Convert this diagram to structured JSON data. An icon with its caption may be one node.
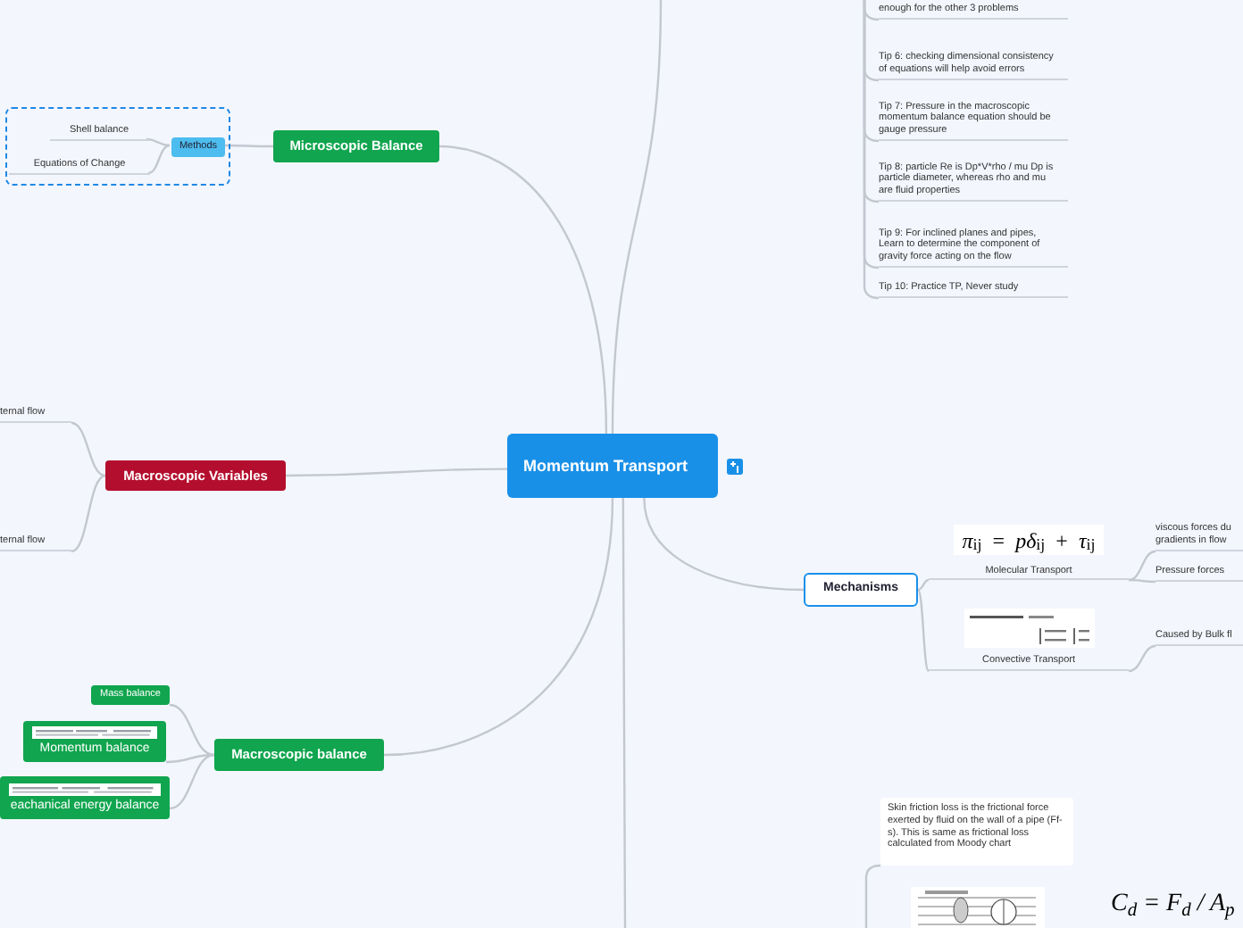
{
  "diagram": {
    "nodes": [
      {
        "text": [
          "Momentum Transport"
        ]
      },
      {
        "text": [
          "Microscopic Balance"
        ]
      },
      {
        "text": [],
        "shape": "box"
      },
      {
        "text": [
          "Methods"
        ],
        "in": 2
      },
      {
        "text": [
          "Shell balance"
        ],
        "in": 2
      },
      {
        "text": [
          "Equations of Change"
        ],
        "in": 2
      },
      {
        "text": [
          "Macroscopic Variables"
        ]
      },
      {
        "text": [
          "ternal flow"
        ]
      },
      {
        "text": [
          "ternal flow"
        ]
      },
      {
        "text": [
          "Macroscopic balance"
        ]
      },
      {
        "text": [
          "Mass balance"
        ]
      },
      {
        "text": [
          "Momentum balance"
        ]
      },
      {
        "text": [
          "eachanical energy balance"
        ]
      },
      {
        "text": [
          "Mechanisms"
        ]
      },
      {
        "text": [
          "*π*$_{ij}$ = *pδ*$_{ij}$ + *τ*$_{ij}$",
          "Molecular Transport"
        ]
      },
      {
        "text": [
          "viscous forces du gradients in flow"
        ]
      },
      {
        "text": [
          "Pressure forces"
        ]
      },
      {
        "text": [
          "Convective Transport"
        ]
      },
      {
        "text": [
          "Caused by Bulk fl"
        ]
      },
      {
        "text": [
          "enough for the other 3 problems"
        ]
      },
      {
        "text": [
          "Tip 6: checking dimensional consistency of equations will help avoid errors"
        ]
      },
      {
        "text": [
          "Tip 7: Pressure in the macroscopic momentum balance equation should be gauge pressure"
        ]
      },
      {
        "text": [
          "Tip 8: particle Re is Dp*V*rho / mu Dp is particle diameter, whereas rho and mu are fluid properties"
        ]
      },
      {
        "text": [
          "Tip 9: For inclined planes and pipes, Learn to determine the component of gravity force acting on the flow"
        ]
      },
      {
        "text": [
          "Tip 10: Practice TP, Never study"
        ]
      },
      {
        "text": [
          "Skin friction loss is the frictional force exerted by fluid on the wall of a pipe (Ff-s). This is same as frictional loss calculated from Moody chart"
        ]
      }
    ],
    "edges": [
      {
        "from": 0,
        "to": 1,
        "arrow": "none"
      },
      {
        "from": 1,
        "to": 3,
        "arrow": "none"
      },
      {
        "from": 3,
        "to": 4,
        "arrow": "none"
      },
      {
        "from": 3,
        "to": 5,
        "arrow": "none"
      },
      {
        "from": 0,
        "to": 6,
        "arrow": "none"
      },
      {
        "from": 6,
        "to": 7,
        "arrow": "none"
      },
      {
        "from": 6,
        "to": 8,
        "arrow": "none"
      },
      {
        "from": 0,
        "to": 9,
        "arrow": "none"
      },
      {
        "from": 9,
        "to": 10,
        "arrow": "none"
      },
      {
        "from": 9,
        "to": 11,
        "arrow": "none"
      },
      {
        "from": 9,
        "to": 12,
        "arrow": "none"
      },
      {
        "from": 0,
        "to": 13,
        "arrow": "none"
      },
      {
        "from": 13,
        "to": 14,
        "arrow": "none"
      },
      {
        "from": 13,
        "to": 17,
        "arrow": "none"
      },
      {
        "from": 14,
        "to": 15,
        "arrow": "none"
      },
      {
        "from": 14,
        "to": 16,
        "arrow": "none"
      },
      {
        "from": 17,
        "to": 18,
        "arrow": "none"
      },
      {
        "from": 0,
        "to": null,
        "arrow": "none"
      },
      {
        "from": 0,
        "to": null,
        "arrow": "none"
      },
      {
        "from": null,
        "to": 19,
        "arrow": "none"
      },
      {
        "from": null,
        "to": 20,
        "arrow": "none"
      },
      {
        "from": null,
        "to": 21,
        "arrow": "none"
      },
      {
        "from": null,
        "to": 22,
        "arrow": "none"
      },
      {
        "from": null,
        "to": 23,
        "arrow": "none"
      },
      {
        "from": null,
        "to": 24,
        "arrow": "none"
      },
      {
        "from": null,
        "to": 25,
        "arrow": "none"
      }
    ],
    "labels": [
      "C$_{d}$ = F$_{d}$ / A$_{p}$"
    ]
  }
}
